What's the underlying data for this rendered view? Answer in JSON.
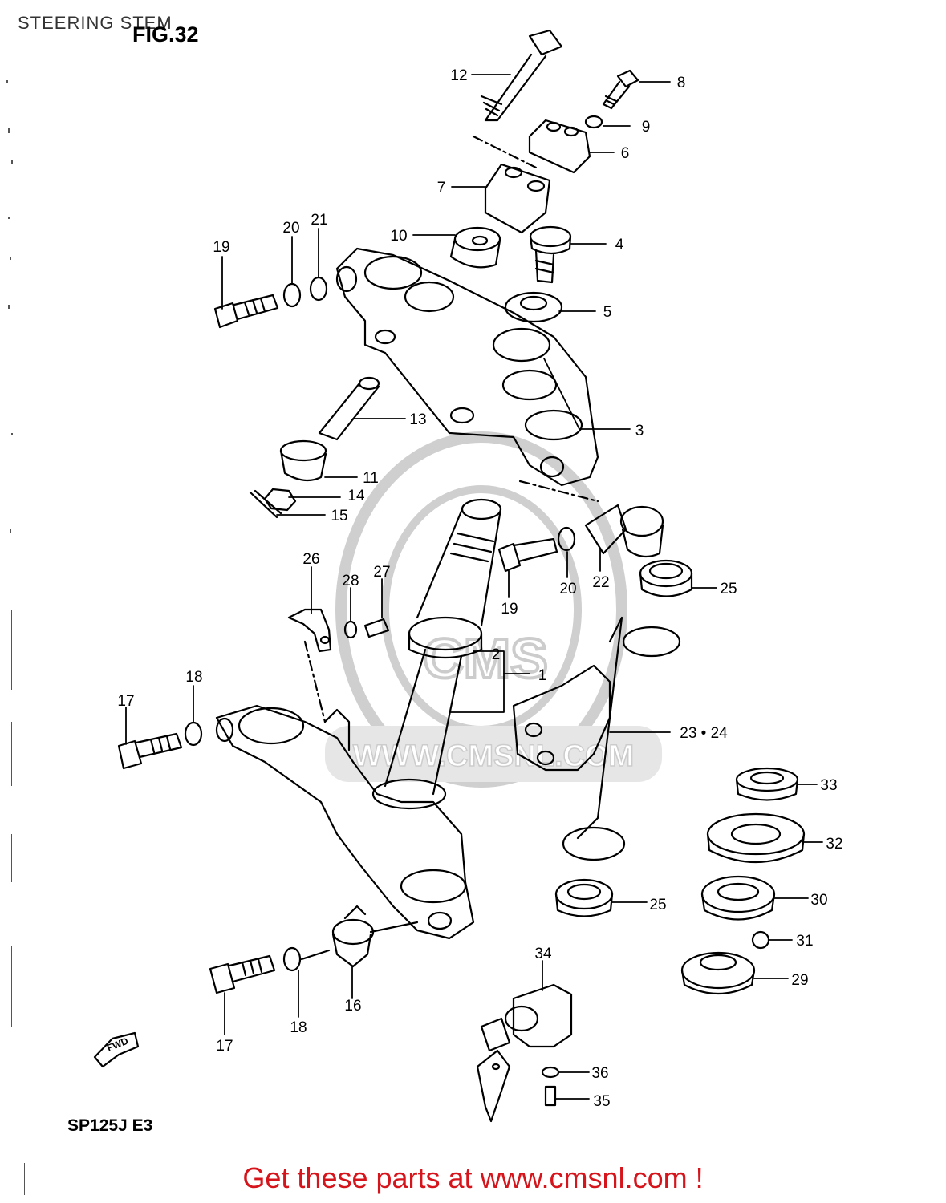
{
  "header": {
    "section_title": "STEERING STEM",
    "figure_label": "FIG.32"
  },
  "model_code": "SP125J  E3",
  "fwd_label": "FWD",
  "watermark": {
    "text": "WWW.CMSNL.COM",
    "badge": "CMS"
  },
  "footer": {
    "link_text": "Get these parts at www.cmsnl.com !"
  },
  "callouts": [
    "12",
    "8",
    "9",
    "6",
    "7",
    "10",
    "4",
    "21",
    "20",
    "19",
    "5",
    "13",
    "3",
    "11",
    "14",
    "15",
    "26",
    "28",
    "27",
    "20",
    "22",
    "19",
    "25",
    "2",
    "1",
    "18",
    "17",
    "23 • 24",
    "33",
    "32",
    "25",
    "30",
    "31",
    "29",
    "34",
    "16",
    "17",
    "18",
    "36",
    "35"
  ],
  "colors": {
    "ink": "#000000",
    "watermark": "#d9d9d9",
    "footer_text": "#d6141b"
  }
}
